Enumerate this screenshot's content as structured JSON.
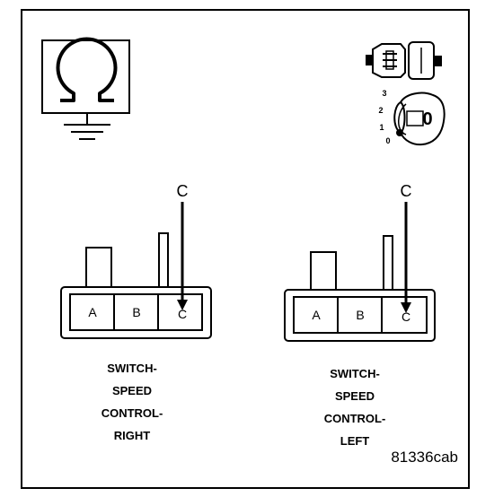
{
  "ignition": {
    "key_label": "0",
    "positions": [
      "3",
      "2",
      "1",
      "0"
    ]
  },
  "connectors": [
    {
      "callout": "C",
      "pins": [
        "A",
        "B",
        "C"
      ],
      "caption": [
        "SWITCH-",
        "SPEED",
        "CONTROL-",
        "RIGHT"
      ]
    },
    {
      "callout": "C",
      "pins": [
        "A",
        "B",
        "C"
      ],
      "caption": [
        "SWITCH-",
        "SPEED",
        "CONTROL-",
        "LEFT"
      ]
    }
  ],
  "figure_code": "81336cab"
}
